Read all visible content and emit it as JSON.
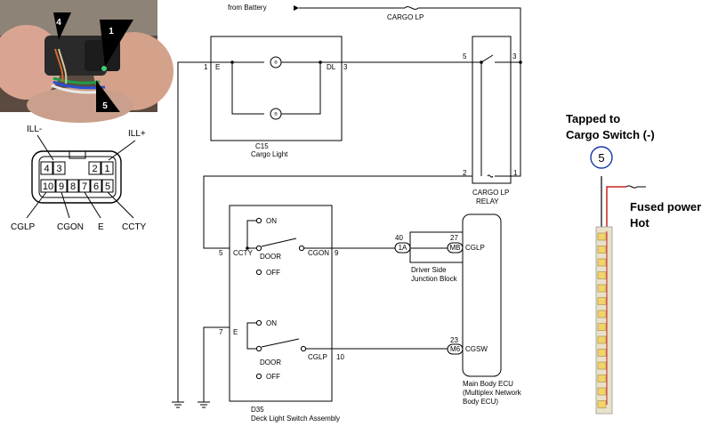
{
  "top": {
    "from_battery": "from Battery",
    "cargo_lp_fuse": "CARGO LP"
  },
  "cargo_light": {
    "pin_left": "1",
    "term_left": "E",
    "term_right": "DL",
    "pin_right": "3",
    "code": "C15",
    "name": "Cargo Light"
  },
  "relay": {
    "pin_top_left": "5",
    "pin_top_right": "3",
    "pin_bot_left": "2",
    "pin_bot_right": "1",
    "name_line1": "CARGO LP",
    "name_line2": "RELAY"
  },
  "deck_switch": {
    "pin_ccty": "5",
    "term_ccty": "CCTY",
    "on_1": "ON",
    "door_1": "DOOR",
    "off_1": "OFF",
    "term_cgon": "CGON",
    "pin_cgon": "9",
    "pin_e": "7",
    "term_e": "E",
    "on_2": "ON",
    "door_2": "DOOR",
    "off_2": "OFF",
    "term_cglp": "CGLP",
    "pin_cglp": "10",
    "code": "D35",
    "name": "Deck Light Switch Assembly"
  },
  "junction": {
    "pin_left": "40",
    "conn_left": "1A",
    "pin_right": "27",
    "conn_right": "MB",
    "term": "CGLP",
    "name_line1": "Driver Side",
    "name_line2": "Junction Block"
  },
  "ecu": {
    "pin_cgsw": "23",
    "conn_cgsw": "M6",
    "term_cgsw": "CGSW",
    "name_line1": "Main Body ECU",
    "name_line2": "(Multiplex Network",
    "name_line3": "Body ECU)"
  },
  "connector": {
    "ill_minus": "ILL-",
    "ill_plus": "ILL+",
    "top_row": [
      "4",
      "3",
      "2",
      "1"
    ],
    "bottom_row": [
      "10",
      "9",
      "8",
      "7",
      "6",
      "5"
    ],
    "labels": [
      "CGLP",
      "CGON",
      "E",
      "CCTY"
    ]
  },
  "photo": {
    "marker_4": "4",
    "marker_1": "1",
    "marker_5": "5"
  },
  "led_note": {
    "tapped_line1": "Tapped to",
    "tapped_line2": "Cargo Switch (-)",
    "circle_num": "5",
    "fused_line1": "Fused power",
    "fused_line2": "Hot"
  },
  "colors": {
    "wire": "#000000",
    "circle_outline": "#1a3aa8",
    "led_red": "#cc2222",
    "led_strip": "#e8e2c8",
    "led_chip": "#f4d36a"
  }
}
